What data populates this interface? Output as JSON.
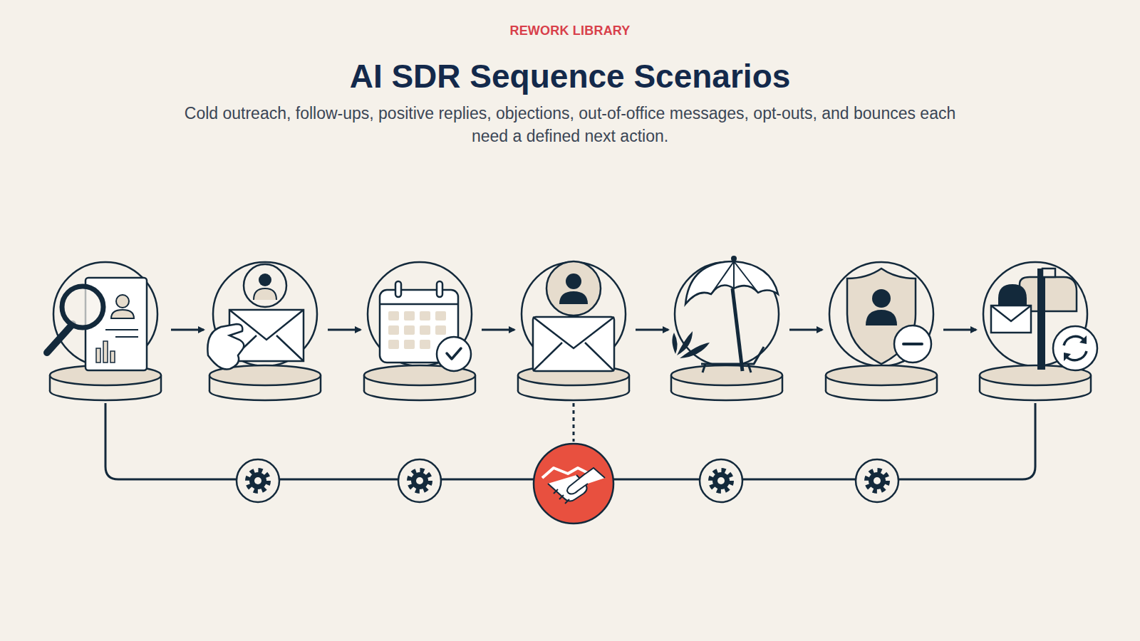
{
  "diagram": {
    "title": "AI SDR Sequence Scenarios",
    "labels": [
      "REWORK LIBRARY",
      "Cold outreach, follow-ups, positive replies, objections, out-of-office messages, opt-outs, and bounces each need a defined next action."
    ]
  }
}
